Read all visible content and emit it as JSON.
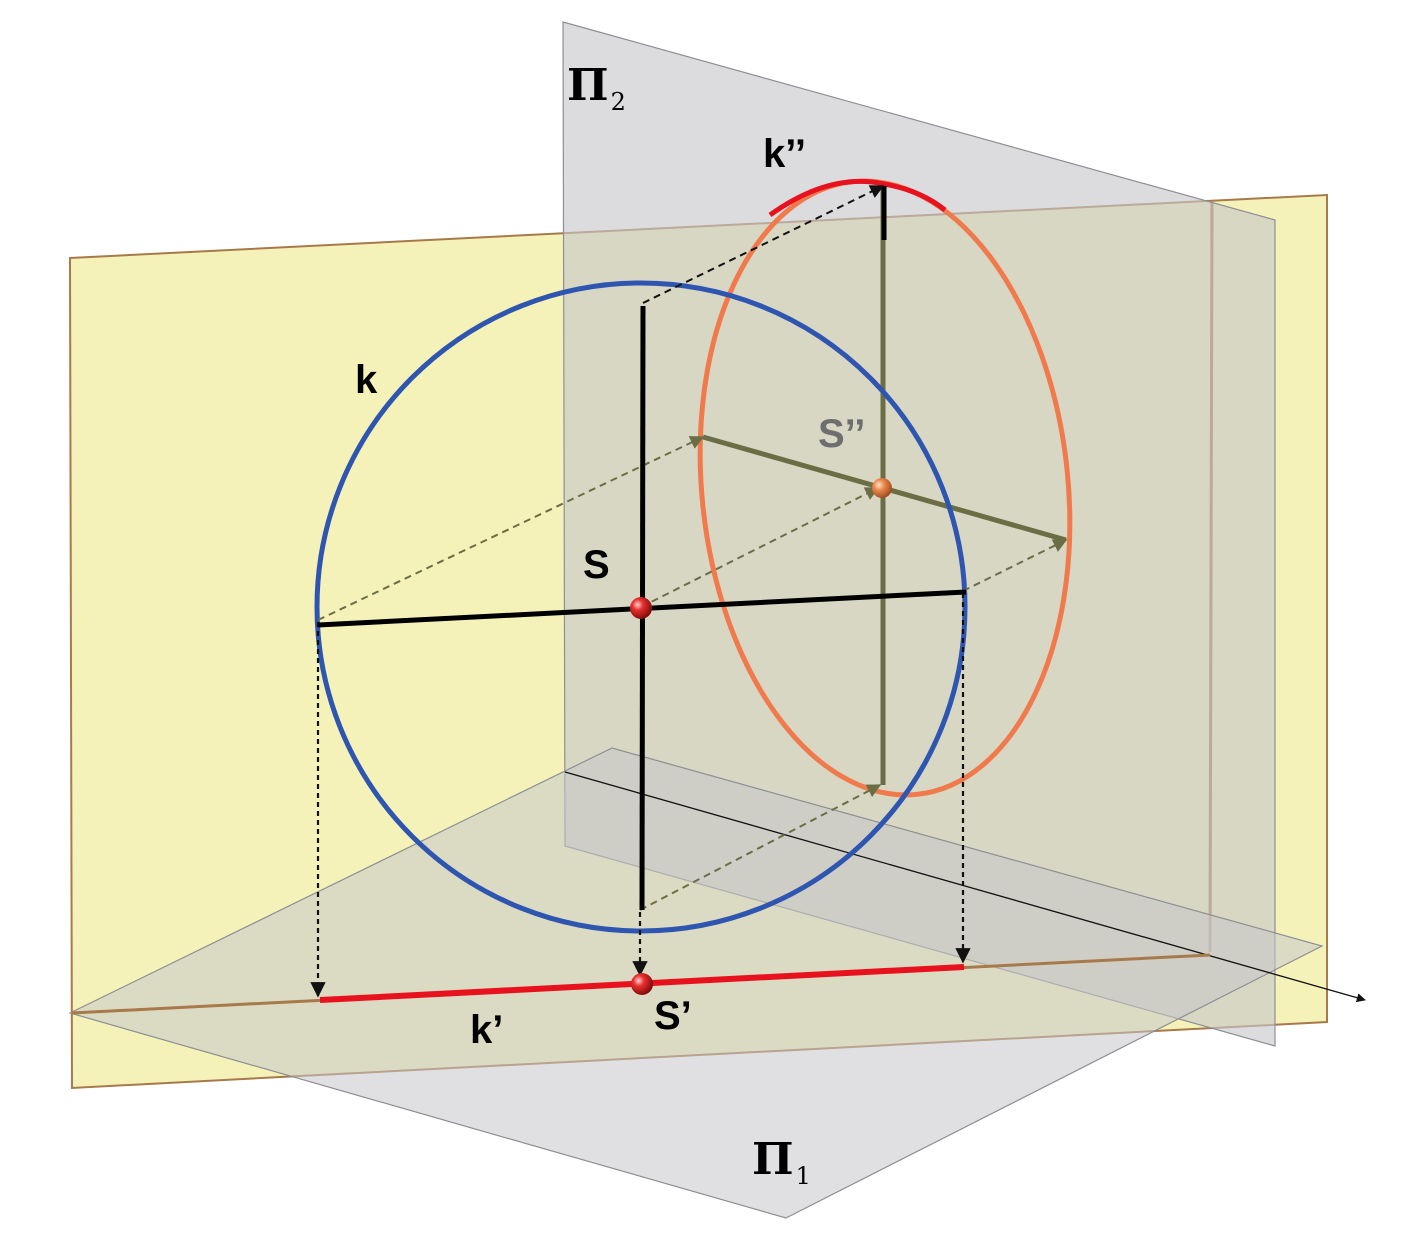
{
  "labels": {
    "circle": "k",
    "circle_front_projection": "k’’",
    "circle_top_projection": "k’",
    "center": "S",
    "center_top_projection": "S’",
    "center_front_projection": "S’’",
    "plane_front": {
      "symbol": "Π",
      "index": "2"
    },
    "plane_top": {
      "symbol": "Π",
      "index": "1"
    }
  },
  "colors": {
    "plane_yellow": "#f4f2b8",
    "plane_yellow_edge": "#a8794a",
    "plane_gray": "#c6c7cb",
    "circle_k": "#2e55b0",
    "ellipse_k2": "#f07a4c",
    "ellipse_k2_top_arc": "#e8121e",
    "segment_k1": "#e8121e",
    "axis_olive": "#6b6e45",
    "axis_black": "#000000",
    "point_red": "#d81f1f",
    "point_orange": "#e07a40"
  }
}
